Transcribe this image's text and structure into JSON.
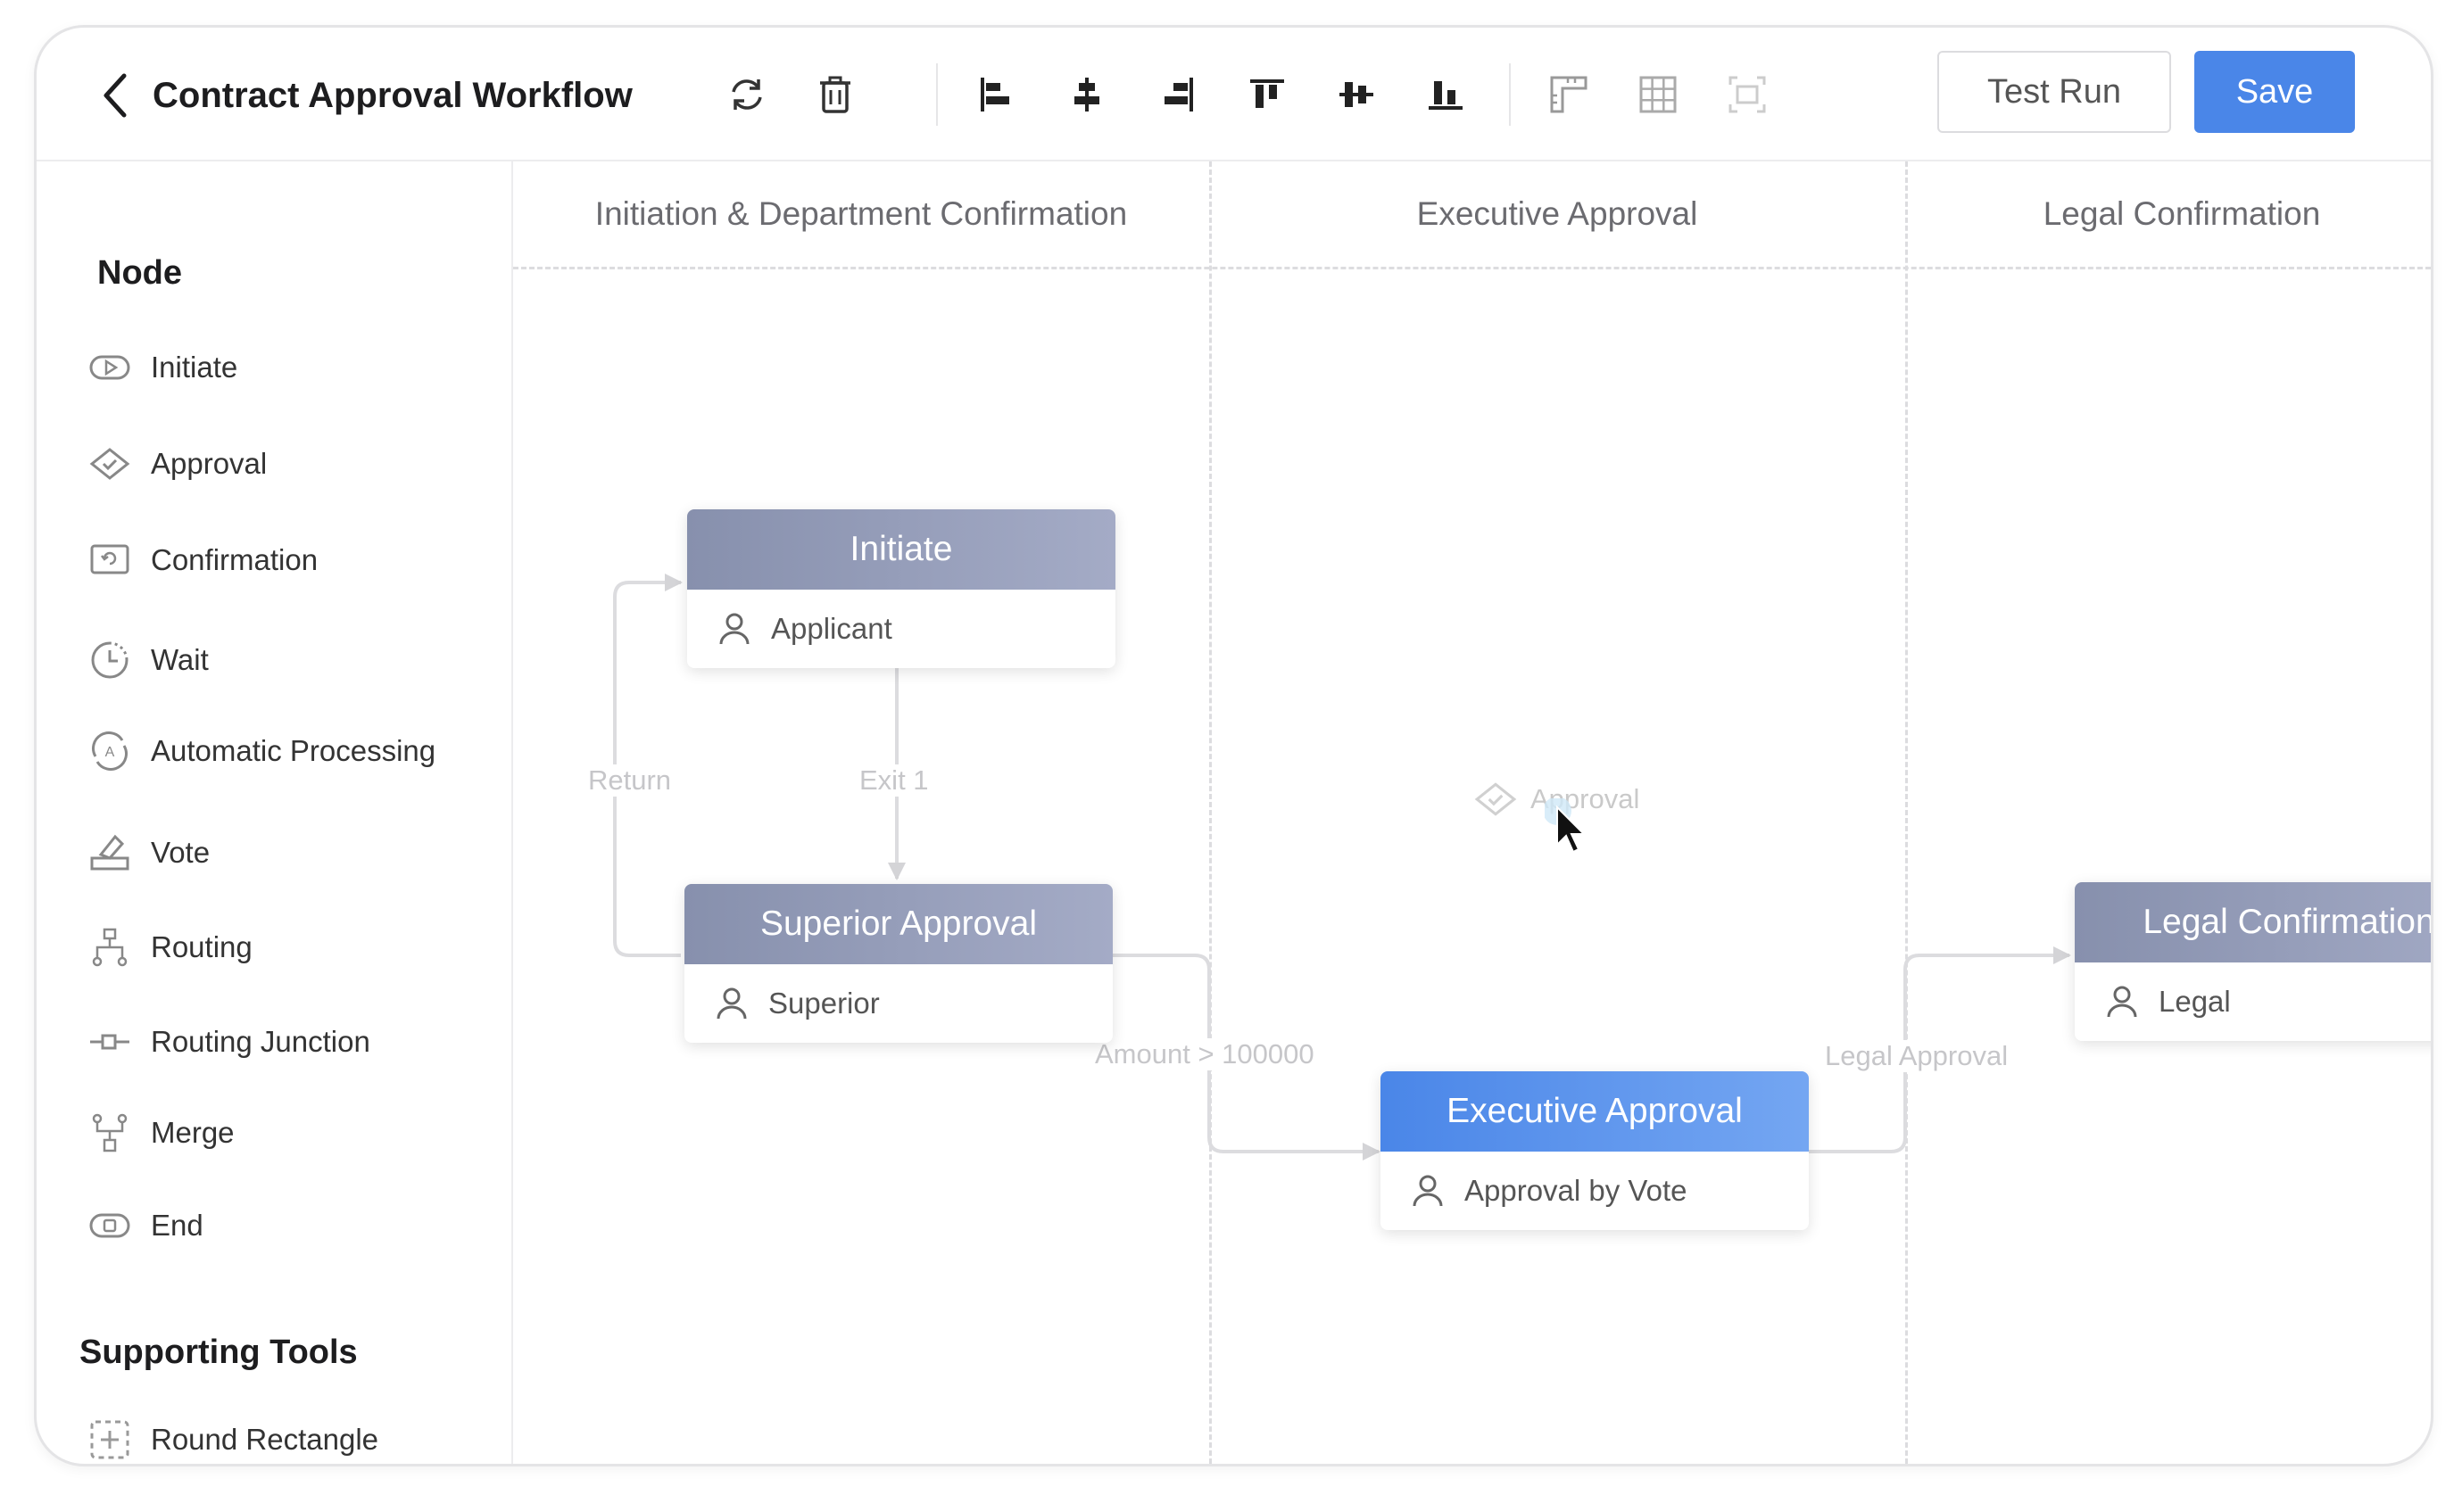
{
  "header": {
    "title": "Contract Approval Workflow",
    "test_run_label": "Test Run",
    "save_label": "Save",
    "tools": [
      "refresh-icon",
      "delete-icon",
      "align-left-icon",
      "align-center-horizontal-icon",
      "align-right-icon",
      "align-top-icon",
      "align-middle-vertical-icon",
      "align-bottom-icon",
      "ruler-icon",
      "grid-icon",
      "fit-frame-icon"
    ]
  },
  "sidebar": {
    "node_heading": "Node",
    "items": [
      {
        "label": "Initiate",
        "icon": "initiate-icon"
      },
      {
        "label": "Approval",
        "icon": "approval-icon"
      },
      {
        "label": "Confirmation",
        "icon": "confirmation-icon"
      },
      {
        "label": "Wait",
        "icon": "wait-icon"
      },
      {
        "label": "Automatic Processing",
        "icon": "automatic-processing-icon"
      },
      {
        "label": "Vote",
        "icon": "vote-icon"
      },
      {
        "label": "Routing",
        "icon": "routing-icon"
      },
      {
        "label": "Routing Junction",
        "icon": "routing-junction-icon"
      },
      {
        "label": "Merge",
        "icon": "merge-icon"
      },
      {
        "label": "End",
        "icon": "end-icon"
      }
    ],
    "tools_heading": "Supporting Tools",
    "tools": [
      {
        "label": "Round Rectangle",
        "icon": "round-rectangle-icon"
      }
    ]
  },
  "lanes": [
    {
      "title": "Initiation & Department Confirmation"
    },
    {
      "title": "Executive Approval"
    },
    {
      "title": "Legal Confirmation"
    }
  ],
  "nodes": {
    "initiate": {
      "title": "Initiate",
      "assignee": "Applicant"
    },
    "superior": {
      "title": "Superior Approval",
      "assignee": "Superior"
    },
    "executive": {
      "title": "Executive Approval",
      "assignee": "Approval by Vote"
    },
    "legal": {
      "title": "Legal Confirmation",
      "assignee": "Legal"
    }
  },
  "edges": {
    "return_label": "Return",
    "exit_label": "Exit 1",
    "amount_label": "Amount > 100000",
    "legal_label": "Legal Approval"
  },
  "drag_ghost": {
    "label": "Approval"
  },
  "colors": {
    "accent": "#4a86e8",
    "node_header_grey": "#8790ad",
    "edge": "#dcdcdf"
  }
}
